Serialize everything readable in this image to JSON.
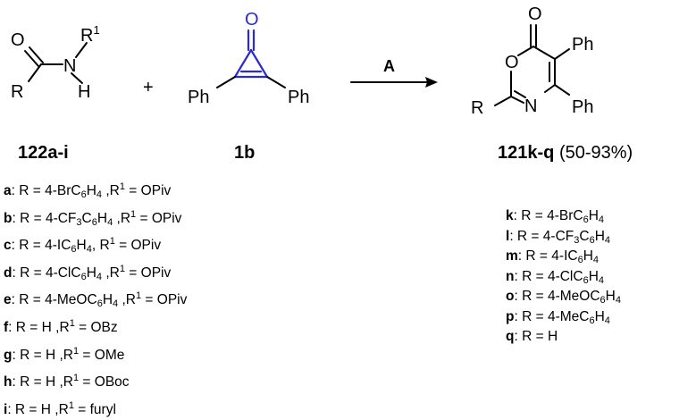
{
  "reactant_amide": {
    "atoms": {
      "O": "O",
      "N": "N",
      "R1": "R",
      "R1_sup": "1",
      "H": "H",
      "R": "R"
    },
    "label": "122a-i"
  },
  "plus_sign": "+",
  "reactant_cyclopropenone": {
    "atoms": {
      "O": "O",
      "Ph_left": "Ph",
      "Ph_right": "Ph"
    },
    "label": "1b"
  },
  "arrow_condition": "A",
  "product": {
    "atoms": {
      "O_carbonyl": "O",
      "O_ring": "O",
      "N": "N",
      "R": "R",
      "Ph_top": "Ph",
      "Ph_bottom": "Ph"
    },
    "label": "121k-q",
    "yield": "(50-93%)"
  },
  "reactant_entries": [
    {
      "id": "a",
      "r_pre": "4-BrC",
      "r_sub1": "6",
      "r_mid": "H",
      "r_sub2": "4",
      "sep": " ,",
      "r1": "OPiv"
    },
    {
      "id": "b",
      "r_pre": "4-CF",
      "r_sub1": "3",
      "r_mid": "C",
      "r_sub2": "6",
      "r_mid2": "H",
      "r_sub3": "4",
      "sep": " ,",
      "r1": "OPiv"
    },
    {
      "id": "c",
      "r_pre": "4-IC",
      "r_sub1": "6",
      "r_mid": "H",
      "r_sub2": "4",
      "sep": ", ",
      "r1": "OPiv"
    },
    {
      "id": "d",
      "r_pre": "4-ClC",
      "r_sub1": "6",
      "r_mid": "H",
      "r_sub2": "4",
      "sep": " ,",
      "r1": "OPiv"
    },
    {
      "id": "e",
      "r_pre": "4-MeOC",
      "r_sub1": "6",
      "r_mid": "H",
      "r_sub2": "4",
      "sep": " ,",
      "r1": "OPiv"
    },
    {
      "id": "f",
      "r_pre": "H",
      "sep": " ,",
      "r1": "OBz"
    },
    {
      "id": "g",
      "r_pre": "H",
      "sep": " ,",
      "r1": "OMe"
    },
    {
      "id": "h",
      "r_pre": "H",
      "sep": " ,",
      "r1": "OBoc"
    },
    {
      "id": "i",
      "r_pre": "H",
      "sep": " ,",
      "r1": "furyl"
    }
  ],
  "product_entries": [
    {
      "id": "k",
      "r_pre": "4-BrC",
      "r_sub1": "6",
      "r_mid": "H",
      "r_sub2": "4"
    },
    {
      "id": "l",
      "r_pre": "4-CF",
      "r_sub1": "3",
      "r_mid": "C",
      "r_sub2": "6",
      "r_mid2": "H",
      "r_sub3": "4"
    },
    {
      "id": "m",
      "r_pre": "4-IC",
      "r_sub1": "6",
      "r_mid": "H",
      "r_sub2": "4"
    },
    {
      "id": "n",
      "r_pre": "4-ClC",
      "r_sub1": "6",
      "r_mid": "H",
      "r_sub2": "4"
    },
    {
      "id": "o",
      "r_pre": "4-MeOC",
      "r_sub1": "6",
      "r_mid": "H",
      "r_sub2": "4"
    },
    {
      "id": "p",
      "r_pre": "4-MeC",
      "r_sub1": "6",
      "r_mid": "H",
      "r_sub2": "4"
    },
    {
      "id": "q",
      "r_pre": "H"
    }
  ],
  "fixed_text": {
    "r_eq": ": R = ",
    "r1_lead": "R",
    "r1_sup": "1",
    "r1_eq": " = "
  },
  "colors": {
    "highlight": "#2a2ad0",
    "ink": "#000000"
  }
}
